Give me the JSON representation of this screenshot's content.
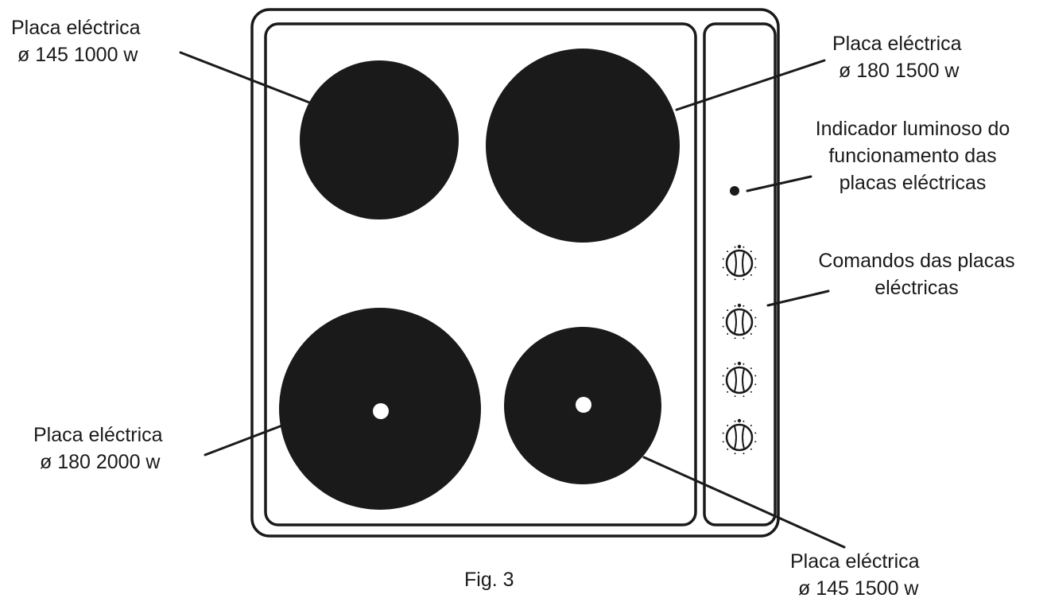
{
  "labels": {
    "top_left": {
      "line1": "Placa eléctrica",
      "line2": "ø 145 1000 w"
    },
    "top_right": {
      "line1": "Placa eléctrica",
      "line2": "ø 180 1500 w"
    },
    "indicator": {
      "line1": "Indicador luminoso do",
      "line2": "funcionamento das",
      "line3": "placas eléctricas"
    },
    "controls": {
      "line1": "Comandos das placas",
      "line2": "eléctricas"
    },
    "bottom_left": {
      "line1": "Placa eléctrica",
      "line2": "ø 180 2000 w"
    },
    "bottom_right": {
      "line1": "Placa eléctrica",
      "line2": "ø 145 1500 w"
    }
  },
  "caption": "Fig. 3",
  "colors": {
    "ink": "#1a1a1a",
    "paper": "#ffffff"
  }
}
